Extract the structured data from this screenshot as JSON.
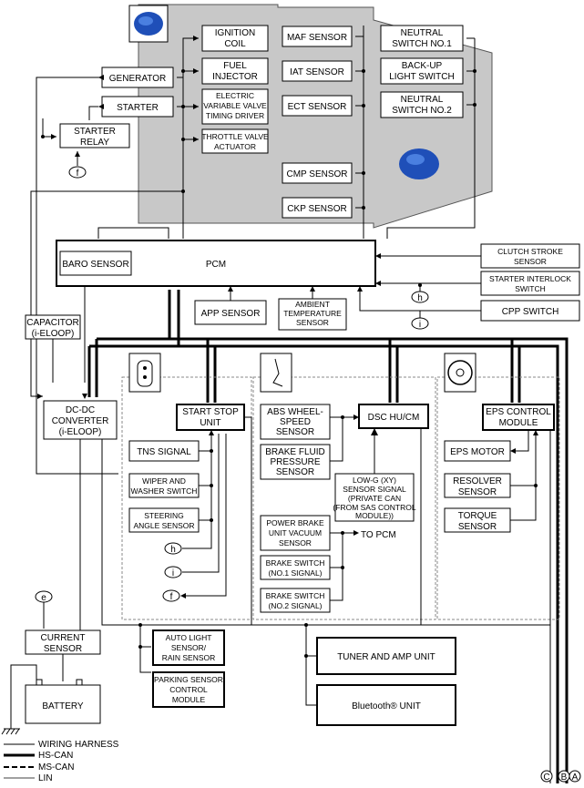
{
  "engine_components": {
    "ignition_coil": [
      "IGNITION",
      "COIL"
    ],
    "fuel_injector": [
      "FUEL",
      "INJECTOR"
    ],
    "vvt_driver": [
      "ELECTRIC",
      "VARIABLE VALVE",
      "TIMING DRIVER"
    ],
    "throttle_actuator": [
      "THROTTLE VALVE",
      "ACTUATOR"
    ],
    "generator": "GENERATOR",
    "starter": "STARTER",
    "starter_relay": [
      "STARTER",
      "RELAY"
    ]
  },
  "engine_sensors": {
    "maf": "MAF SENSOR",
    "iat": "IAT SENSOR",
    "ect": "ECT SENSOR",
    "cmp": "CMP SENSOR",
    "ckp": "CKP SENSOR"
  },
  "transmission_switches": {
    "neutral1": [
      "NEUTRAL",
      "SWITCH NO.1"
    ],
    "backup": [
      "BACK-UP",
      "LIGHT SWITCH"
    ],
    "neutral2": [
      "NEUTRAL",
      "SWITCH NO.2"
    ]
  },
  "pcm": {
    "label": "PCM",
    "baro": "BARO SENSOR"
  },
  "pcm_inputs": {
    "clutch": [
      "CLUTCH STROKE",
      "SENSOR"
    ],
    "starter_interlock": [
      "STARTER INTERLOCK",
      "SWITCH"
    ],
    "cpp": "CPP SWITCH",
    "app": "APP SENSOR",
    "ambient": [
      "AMBIENT",
      "TEMPERATURE",
      "SENSOR"
    ]
  },
  "power": {
    "capacitor": [
      "CAPACITOR",
      "(i-ELOOP)"
    ],
    "dcdc": [
      "DC-DC",
      "CONVERTER",
      "(i-ELOOP)"
    ],
    "current_sensor": [
      "CURRENT",
      "SENSOR"
    ],
    "battery": "BATTERY"
  },
  "start_stop": {
    "unit": [
      "START STOP",
      "UNIT"
    ],
    "tns": "TNS SIGNAL",
    "wiper": [
      "WIPER AND",
      "WASHER SWITCH"
    ],
    "steering": [
      "STEERING",
      "ANGLE SENSOR"
    ]
  },
  "dsc": {
    "unit": "DSC HU/CM",
    "abs": [
      "ABS WHEEL-",
      "SPEED",
      "SENSOR"
    ],
    "brake_fluid": [
      "BRAKE FLUID",
      "PRESSURE",
      "SENSOR"
    ],
    "low_g": [
      "LOW-G (XY)",
      "SENSOR SIGNAL",
      "(PRIVATE CAN",
      "(FROM SAS CONTROL",
      "MODULE))"
    ],
    "vacuum": [
      "POWER BRAKE",
      "UNIT VACUUM",
      "SENSOR"
    ],
    "to_pcm": "TO PCM",
    "brake1": [
      "BRAKE SWITCH",
      "(NO.1 SIGNAL)"
    ],
    "brake2": [
      "BRAKE SWITCH",
      "(NO.2 SIGNAL)"
    ]
  },
  "eps": {
    "module": [
      "EPS CONTROL",
      "MODULE"
    ],
    "motor": "EPS MOTOR",
    "resolver": [
      "RESOLVER",
      "SENSOR"
    ],
    "torque": [
      "TORQUE",
      "SENSOR"
    ]
  },
  "body_units": {
    "auto_light": [
      "AUTO LIGHT",
      "SENSOR/",
      "RAIN SENSOR"
    ],
    "parking": [
      "PARKING SENSOR",
      "CONTROL",
      "MODULE"
    ],
    "tuner": "TUNER AND AMP UNIT",
    "bluetooth": "Bluetooth® UNIT"
  },
  "connectors": {
    "f": "f",
    "h": "h",
    "i": "i",
    "e": "e",
    "a": "A",
    "b": "B",
    "c": "C"
  },
  "legend": {
    "wiring": "WIRING HARNESS",
    "hs": "HS-CAN",
    "ms": "MS-CAN",
    "lin": "LIN"
  }
}
